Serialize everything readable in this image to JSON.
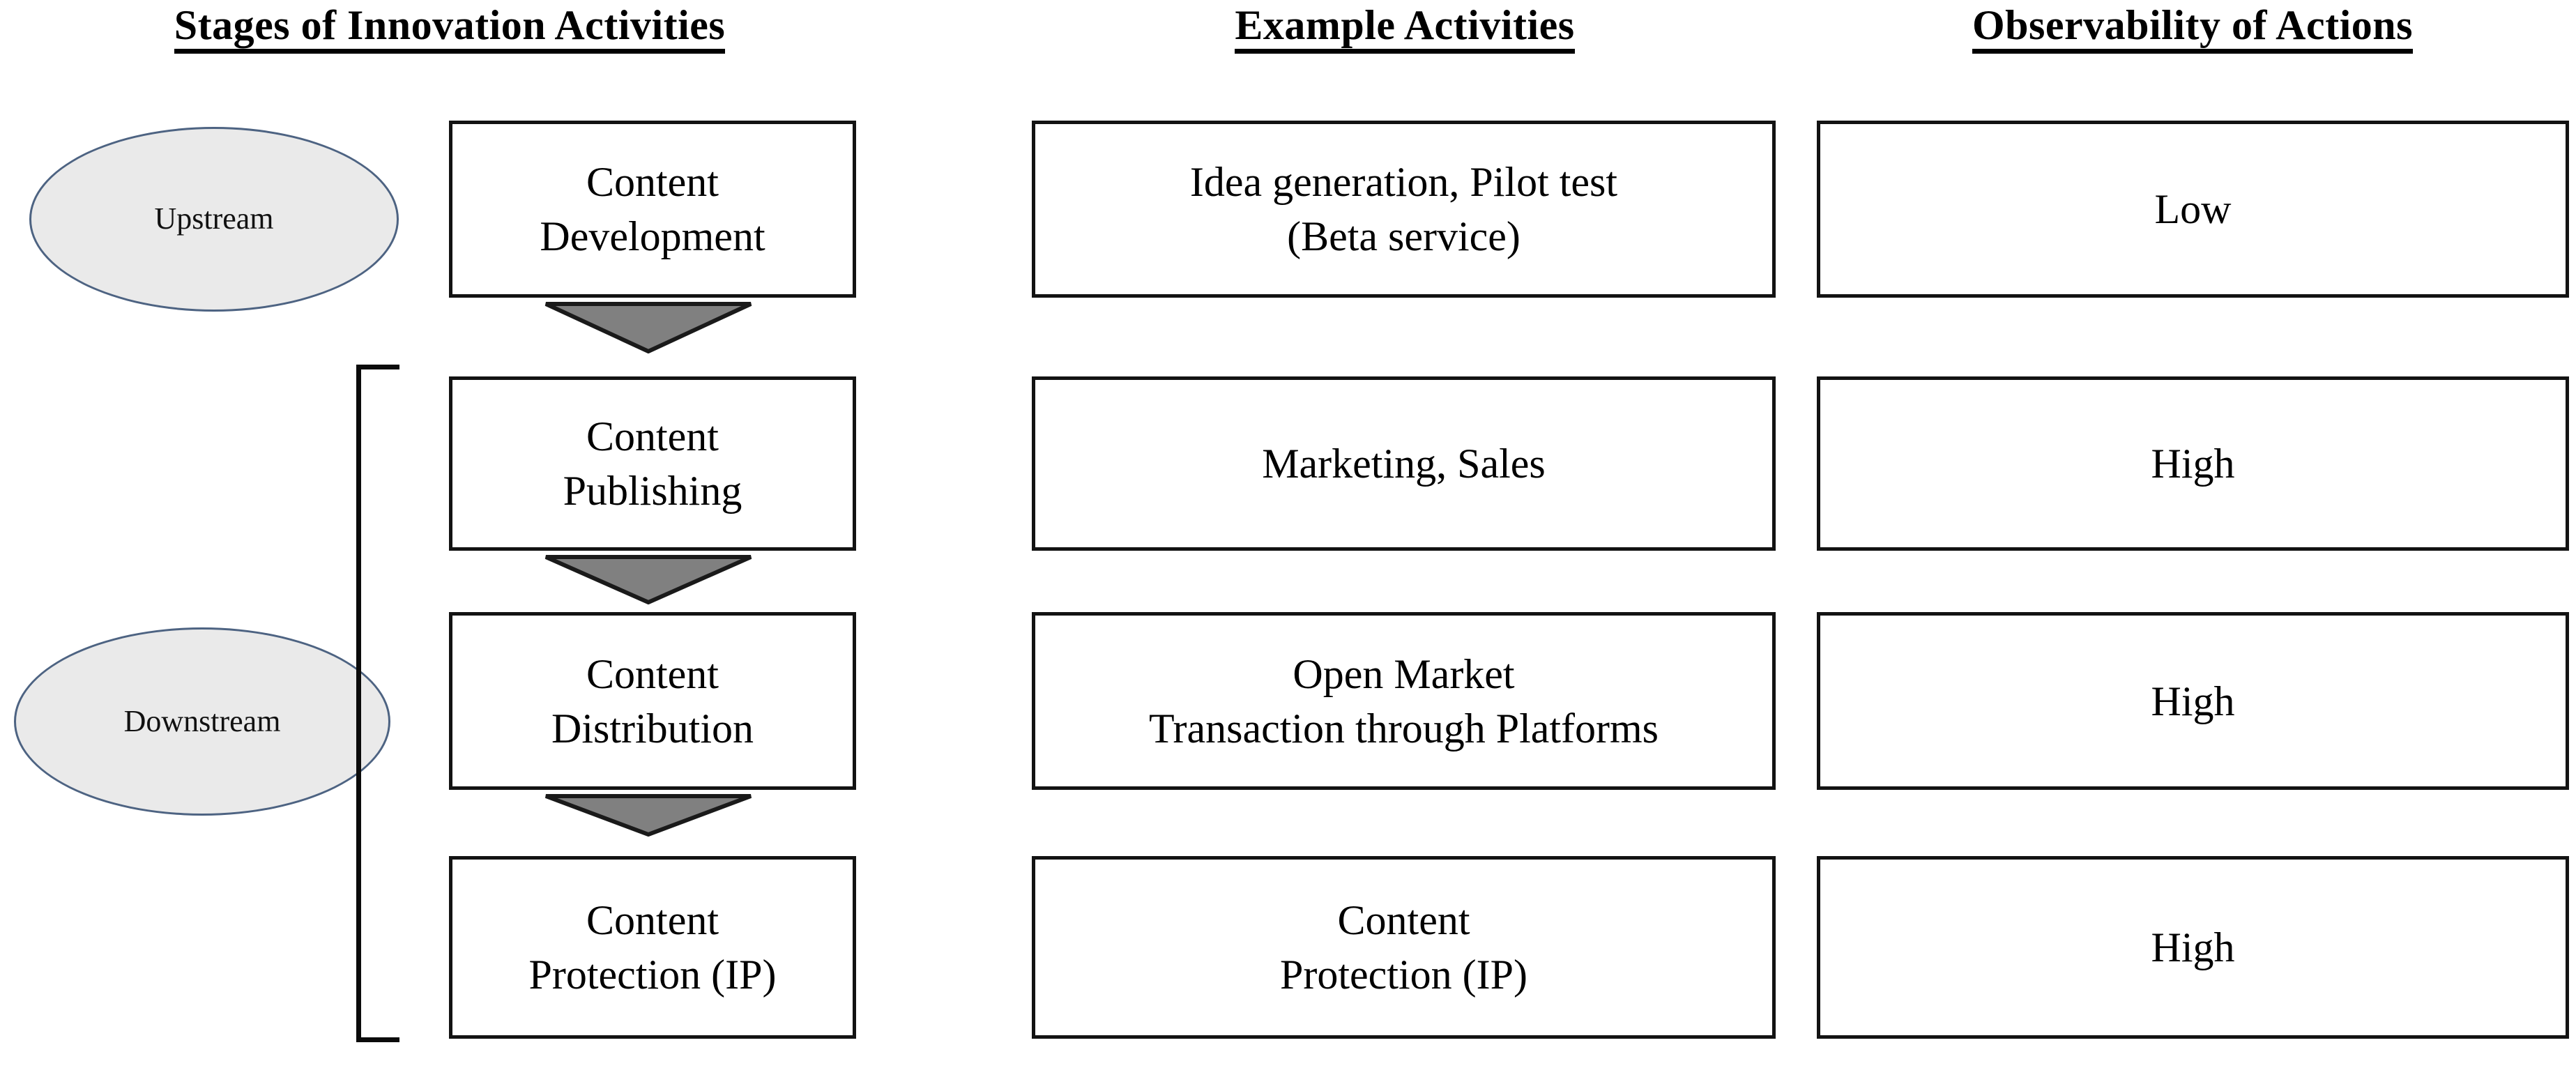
{
  "headers": [
    {
      "id": "stages",
      "label": "Stages of Innovation Activities"
    },
    {
      "id": "example",
      "label": "Example Activities"
    },
    {
      "id": "observability",
      "label": "Observability of Actions"
    }
  ],
  "groups": [
    {
      "id": "upstream",
      "label": "Upstream"
    },
    {
      "id": "downstream",
      "label": "Downstream"
    }
  ],
  "rows": [
    {
      "stage": "Content\nDevelopment",
      "example": "Idea generation, Pilot test\n(Beta service)",
      "observability": "Low"
    },
    {
      "stage": "Content\nPublishing",
      "example": "Marketing, Sales",
      "observability": "High"
    },
    {
      "stage": "Content\nDistribution",
      "example": "Open Market\nTransaction through Platforms",
      "observability": "High"
    },
    {
      "stage": "Content\nProtection (IP)",
      "example": "Content\nProtection (IP)",
      "observability": "High"
    }
  ],
  "flow": {
    "arrow_icon": "arrow-down-icon",
    "arrow_count": 3
  },
  "colors": {
    "background": "#ffffff",
    "box_border": "#131313",
    "box_fill": "#ffffff",
    "ellipse_fill": "#eaeaea",
    "ellipse_border": "#4d6382",
    "arrow_fill": "#808080",
    "arrow_stroke": "#1a1a1a",
    "bracket": "#0b0b0b",
    "text": "#000000"
  }
}
